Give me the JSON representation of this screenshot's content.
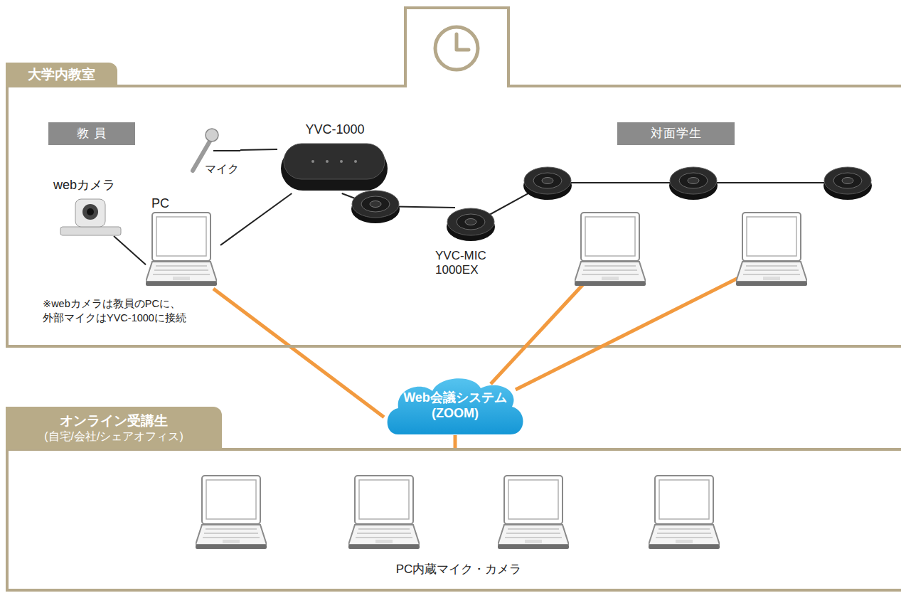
{
  "diagram": {
    "nodes": [
      {
        "text": [
          "大学内教室"
        ]
      },
      {
        "text": [
          "教 員"
        ],
        "in": 0
      },
      {
        "text": [
          "対面学生"
        ],
        "in": 0
      },
      {
        "text": [
          "webカメラ"
        ],
        "in": 0
      },
      {
        "text": [
          "PC"
        ],
        "in": 0
      },
      {
        "text": [
          "マイク"
        ],
        "in": 0
      },
      {
        "text": [
          "YVC-1000"
        ],
        "in": 0
      },
      {
        "text": [
          "YVC-MIC 1000EX"
        ],
        "in": 0
      },
      {
        "text": [
          "Web会議システム (ZOOM)"
        ]
      },
      {
        "text": [
          "オンライン受講生",
          "(自宅/会社/シェアオフィス)"
        ]
      }
    ],
    "edges": [
      {
        "from": 3,
        "to": 4,
        "arrow": "none"
      },
      {
        "from": 5,
        "to": 6,
        "arrow": "none"
      },
      {
        "from": 4,
        "to": 6,
        "arrow": "none"
      },
      {
        "from": 6,
        "to": 7,
        "arrow": "none"
      },
      {
        "from": 4,
        "to": 8,
        "arrow": "none"
      },
      {
        "from": 8,
        "to": 9,
        "arrow": "none"
      }
    ],
    "labels": [
      "※webカメラは教員のPCに、 外部マイクはYVC-1000に接続",
      "PC内蔵マイク・カメラ"
    ]
  }
}
